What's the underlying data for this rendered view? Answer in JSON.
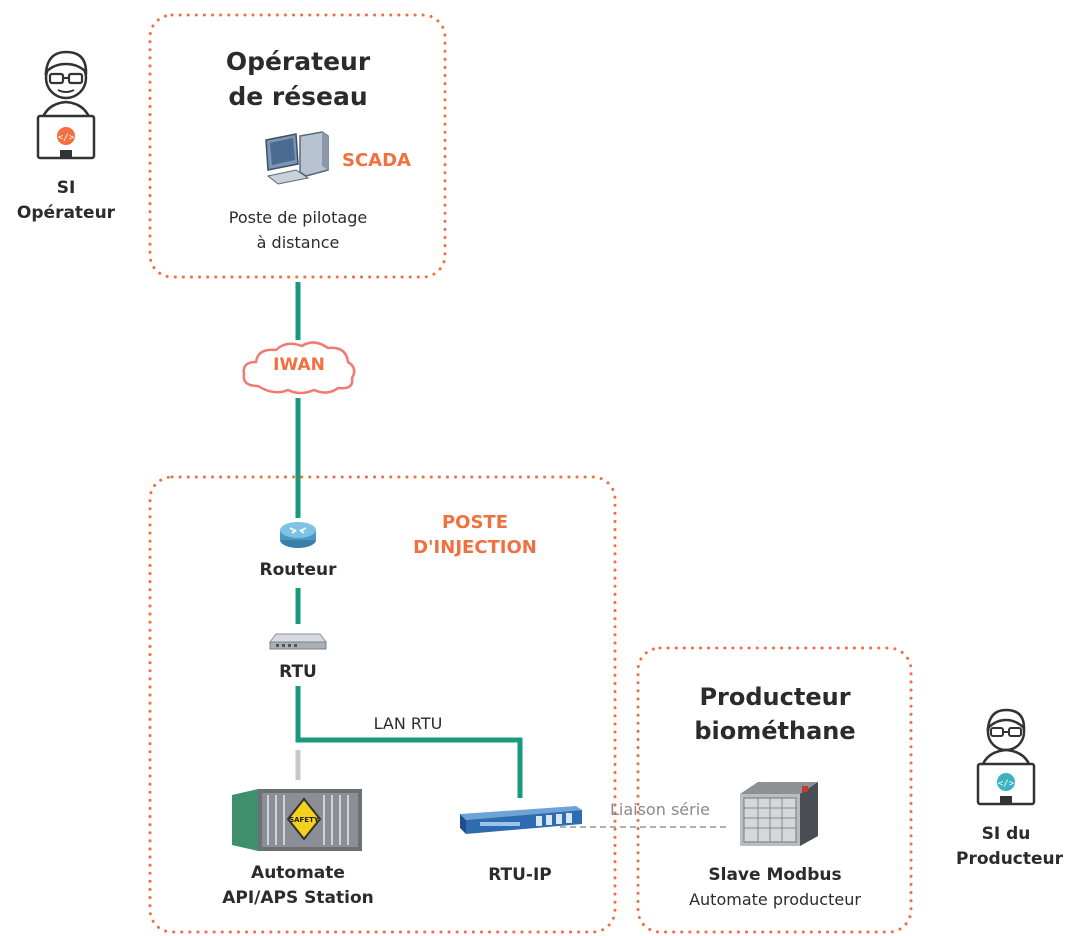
{
  "colors": {
    "accent_orange": "#f0703f",
    "link_green": "#1a9a7d",
    "serial_grey": "#b0b0b0",
    "text_dark": "#2b2b2b",
    "icon_teal": "#3bb3c4"
  },
  "operator": {
    "title_line1": "Opérateur",
    "title_line2": "de réseau",
    "scada_label": "SCADA",
    "desc_line1": "Poste de pilotage",
    "desc_line2": "à distance"
  },
  "si_operator": {
    "line1": "SI",
    "line2": "Opérateur",
    "icon": "developer-laptop-icon"
  },
  "network": {
    "iwan_label": "IWAN",
    "iwan_icon": "cloud-icon"
  },
  "injection": {
    "title_line1": "POSTE",
    "title_line2": "D'INJECTION",
    "router_label": "Routeur",
    "rtu_label": "RTU",
    "lan_label": "LAN RTU",
    "automate_line1": "Automate",
    "automate_line2": "API/APS Station",
    "rtuip_label": "RTU-IP"
  },
  "serial_link": {
    "label": "Liaison série"
  },
  "producer": {
    "title_line1": "Producteur",
    "title_line2": "biométhane",
    "device_line1": "Slave Modbus",
    "device_line2": "Automate producteur"
  },
  "si_producer": {
    "line1": "SI du",
    "line2": "Producteur",
    "icon": "developer-laptop-icon"
  }
}
